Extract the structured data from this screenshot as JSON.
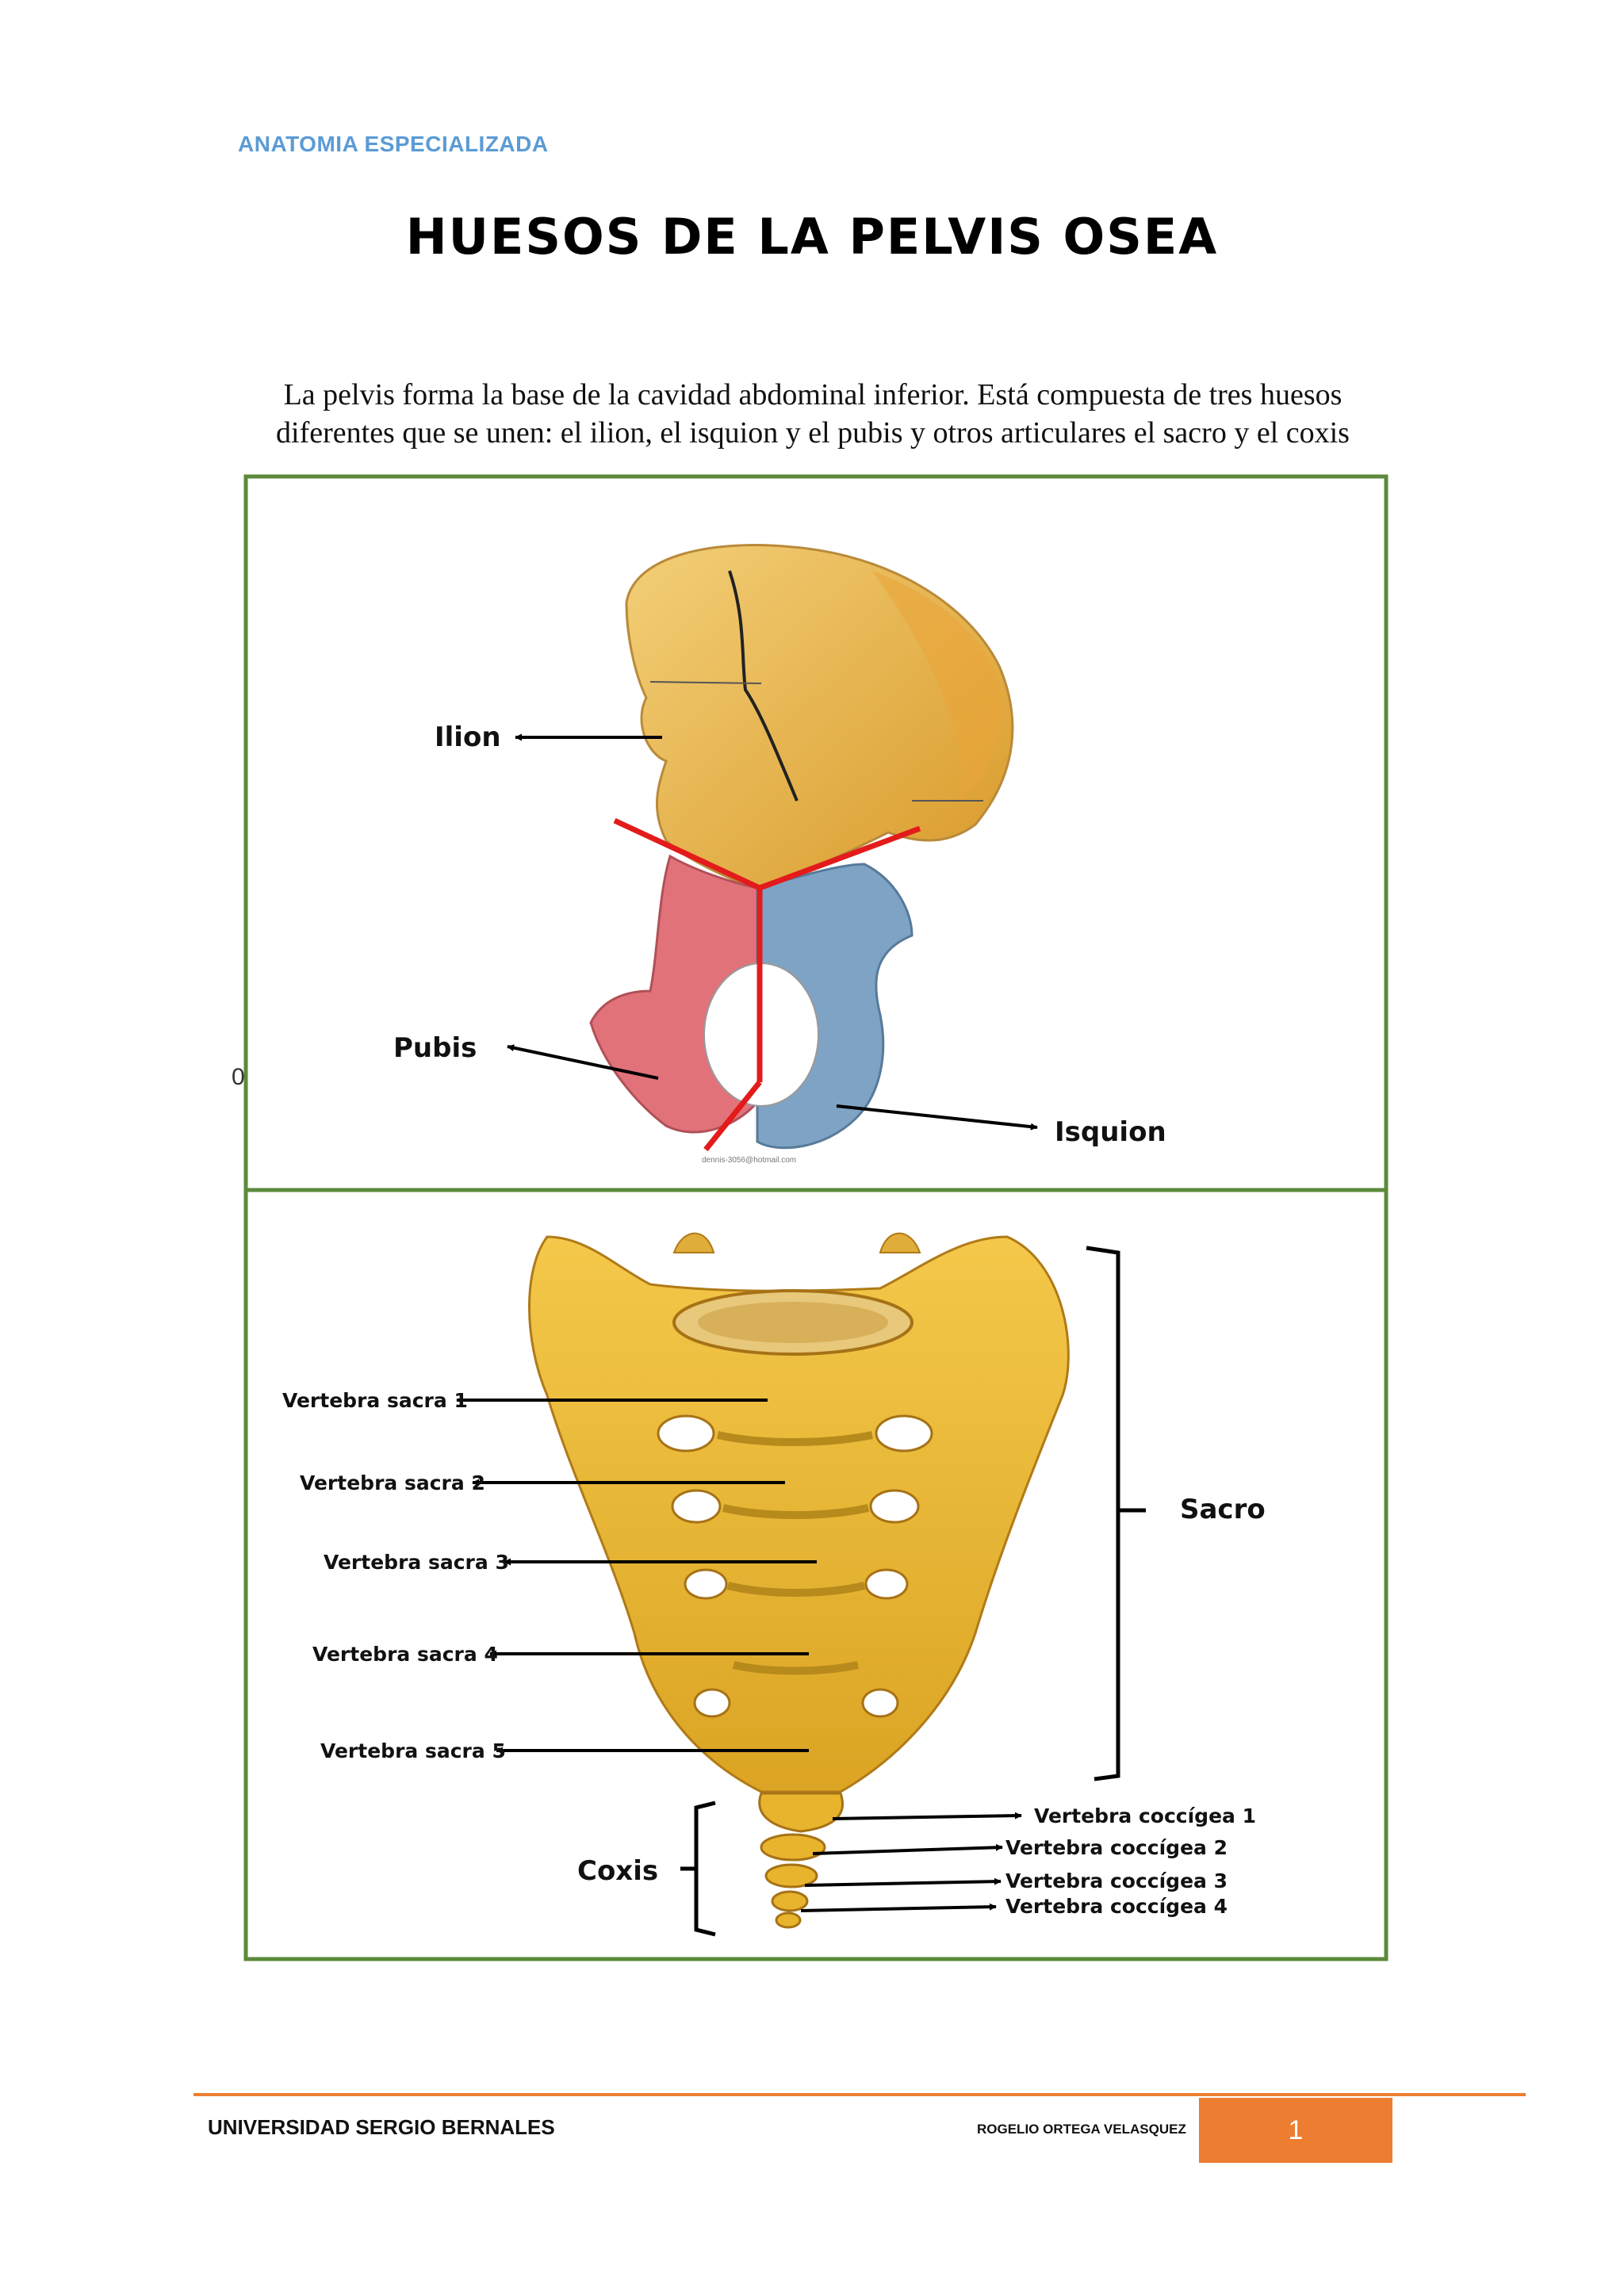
{
  "header": {
    "label": "ANATOMIA ESPECIALIZADA"
  },
  "title": "HUESOS DE LA PELVIS OSEA",
  "intro": {
    "line1": "La pelvis forma la base de la cavidad abdominal inferior. Está compuesta de tres huesos",
    "line2": "diferentes que se unen: el ilion, el isquion y el pubis y otros articulares  el sacro y el coxis"
  },
  "stray_char": "0",
  "hip_figure": {
    "labels": {
      "ilion": "Ilion",
      "pubis": "Pubis",
      "isquion": "Isquion"
    },
    "watermark": "dennis-3056@hotmail.com",
    "colors": {
      "ilion": "#e8b45a",
      "pubis": "#e2727a",
      "isquion": "#7fa3c4",
      "division_lines": "#e31b1b"
    }
  },
  "sacrum_figure": {
    "sacral_vertebrae": [
      "Vertebra sacra 1",
      "Vertebra sacra 2",
      "Vertebra sacra 3",
      "Vertebra sacra 4",
      "Vertebra sacra 5"
    ],
    "coccygeal_vertebrae": [
      "Vertebra coccígea 1",
      "Vertebra coccígea 2",
      "Vertebra coccígea 3",
      "Vertebra coccígea 4"
    ],
    "group_sacro": "Sacro",
    "group_coxis": "Coxis",
    "color": "#e8b42e"
  },
  "frame_color": "#5b8a3a",
  "footer": {
    "institution": "UNIVERSIDAD SERGIO BERNALES",
    "author": "ROGELIO ORTEGA VELASQUEZ",
    "page_number": "1",
    "accent": "#ed7d31"
  }
}
